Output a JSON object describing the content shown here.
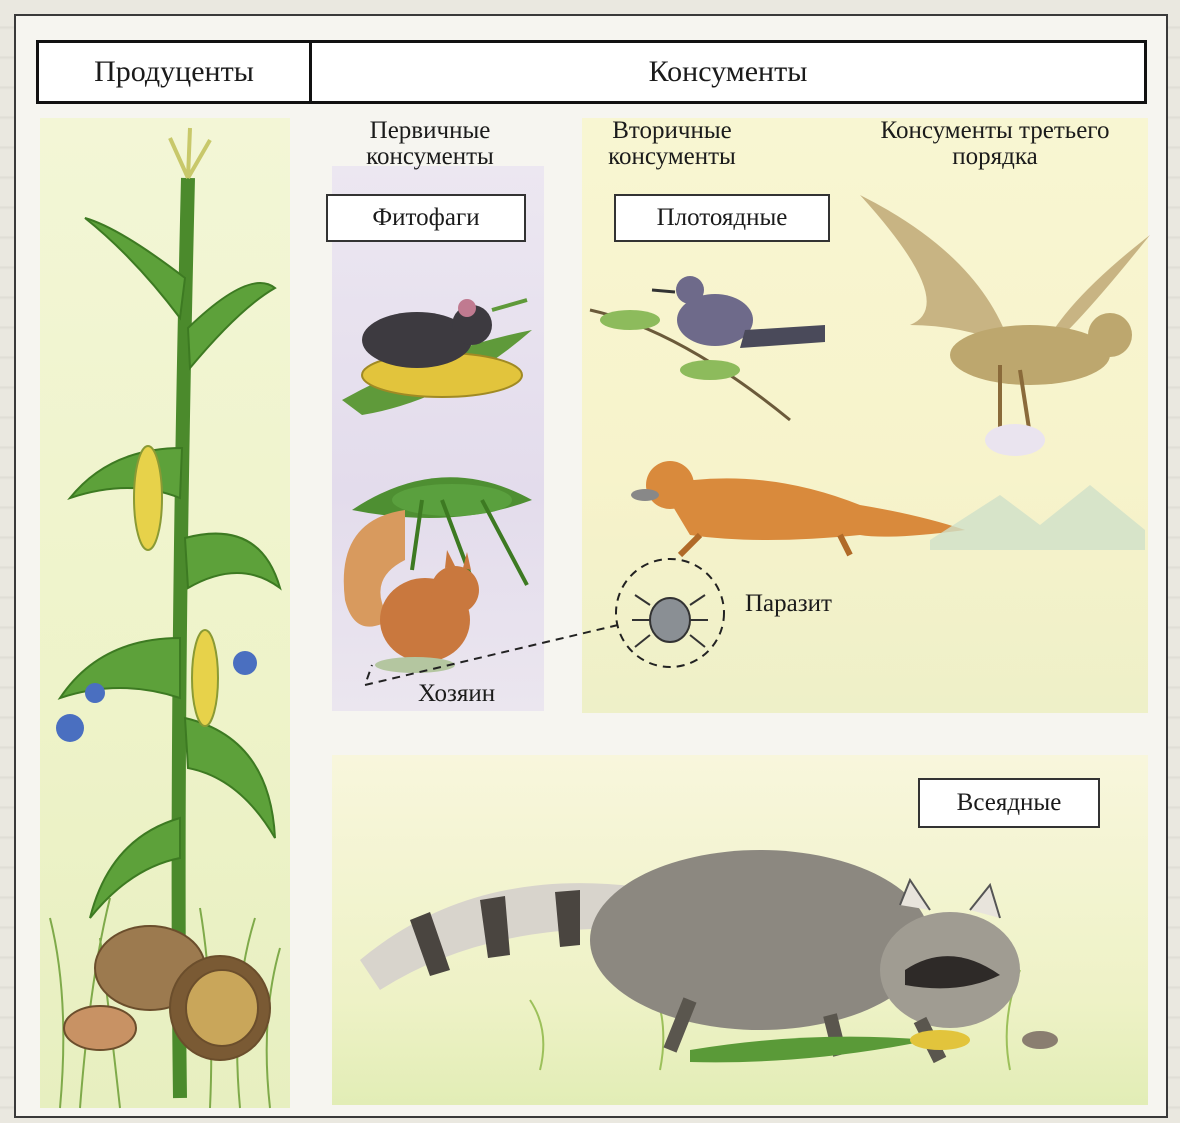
{
  "header": {
    "producers": "Продуценты",
    "consumers": "Консументы"
  },
  "columns": {
    "primary": "Первичные консументы",
    "secondary": "Вторичные консументы",
    "tertiary": "Консументы третьего порядка"
  },
  "groups": {
    "phytophages": "Фитофаги",
    "carnivores": "Плотоядные",
    "omnivores": "Всеядные"
  },
  "labels": {
    "parasite": "Паразит",
    "host": "Хозяин"
  },
  "colors": {
    "border": "#111111",
    "producers_bg": "#eef3c9",
    "phytophages_bg": "#e3dcec",
    "carnivores_bg": "#f7f3cb",
    "omnivores_bg": "#eef2c6"
  }
}
